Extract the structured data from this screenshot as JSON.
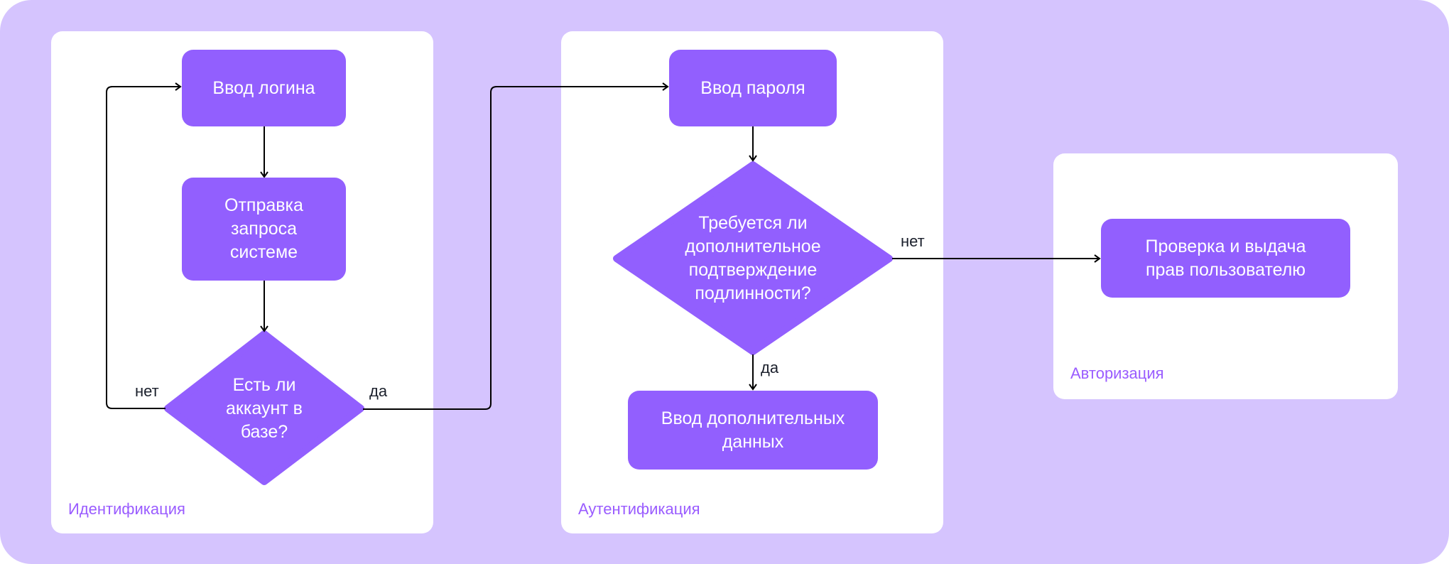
{
  "colors": {
    "background": "#d5c4fe",
    "node": "#925ffe",
    "panel_label": "#9a5cff",
    "line": "#000000"
  },
  "panels": {
    "identification": {
      "label": "Идентификация"
    },
    "authentication": {
      "label": "Аутентификация"
    },
    "authorization": {
      "label": "Авторизация"
    }
  },
  "nodes": {
    "login": "Ввод логина",
    "send_request": "Отправка запроса системе",
    "account_exists": "Есть ли аккаунт в базе?",
    "password": "Ввод пароля",
    "extra_auth": "Требуется ли дополнительное подтверждение подлинности?",
    "extra_data": "Ввод дополнительных данных",
    "grant_rights": "Проверка и выдача прав пользователю"
  },
  "edges": {
    "account_no": "нет",
    "account_yes": "да",
    "extra_no": "нет",
    "extra_yes": "да"
  }
}
